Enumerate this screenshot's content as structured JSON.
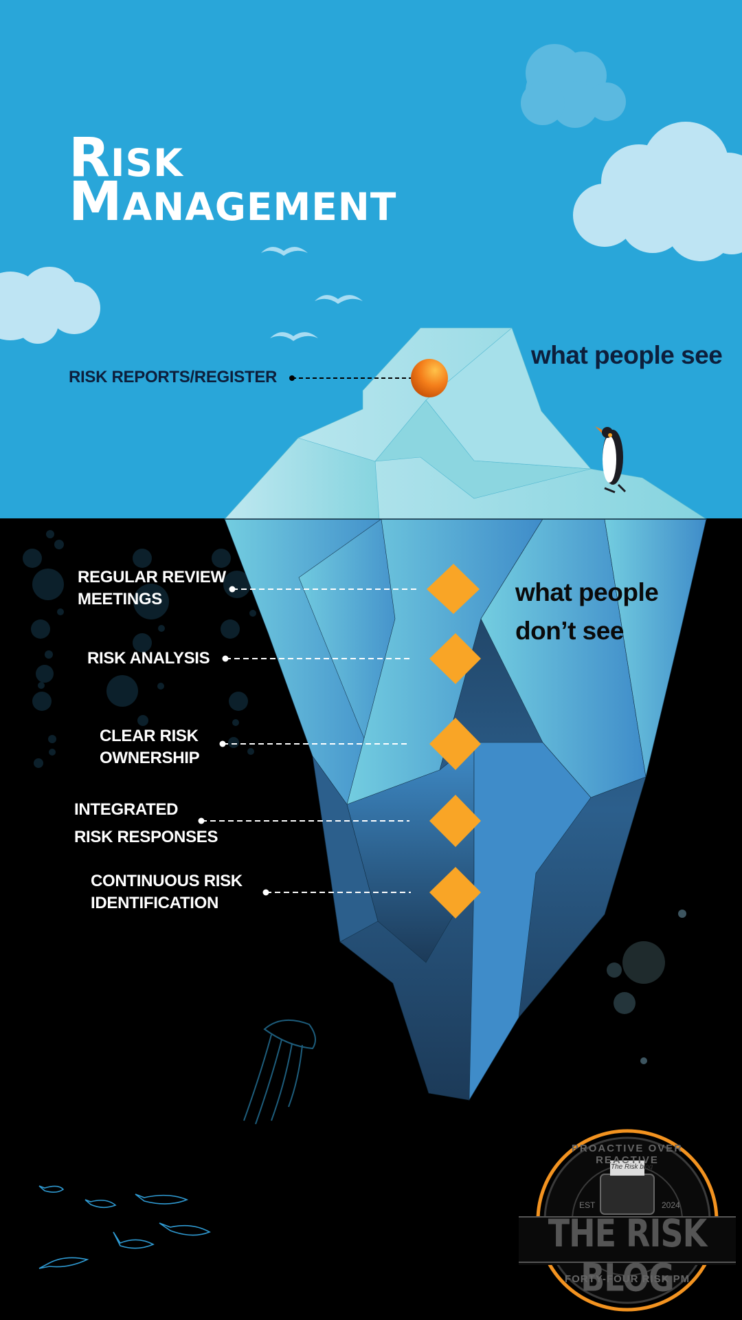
{
  "title": {
    "line1": "Risk",
    "line2": "Management"
  },
  "above_water": {
    "caption": "what people see",
    "item": {
      "label": "RISK REPORTS/REGISTER",
      "marker": "orange-sphere"
    }
  },
  "below_water": {
    "caption_line1": "what people",
    "caption_line2": "don’t see",
    "items": [
      {
        "line1": "REGULAR REVIEW",
        "line2": "MEETINGS",
        "marker": "orange-diamond"
      },
      {
        "line1": "RISK ANALYSIS",
        "line2": "",
        "marker": "orange-diamond"
      },
      {
        "line1": "CLEAR RISK",
        "line2": "OWNERSHIP",
        "marker": "orange-diamond"
      },
      {
        "line1": "INTEGRATED",
        "line2": "RISK RESPONSES",
        "marker": "orange-diamond"
      },
      {
        "line1": "CONTINUOUS RISK",
        "line2": "IDENTIFICATION",
        "marker": "orange-diamond"
      }
    ]
  },
  "logo": {
    "arc_top": "PROACTIVE OVER REACTIVE",
    "name": "THE RISK BLOG",
    "paper_text": "The Risk blog",
    "est_label": "EST",
    "est_year": "2024",
    "arc_bottom": "FORTY-FOUR RISK PM"
  },
  "colors": {
    "sky": "#29a6d9",
    "sea": "#000000",
    "accent_orange": "#f9a526",
    "ice_light": "#a8e0ea",
    "ice_mid": "#5aaed6",
    "ice_dark": "#1c3a58",
    "text_dark": "#0d1f3c"
  }
}
